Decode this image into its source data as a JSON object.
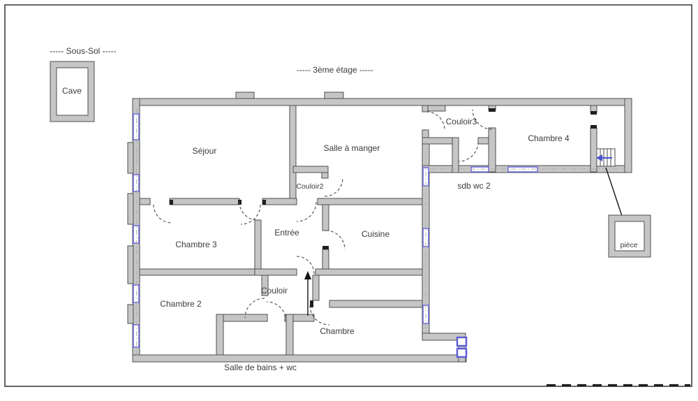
{
  "floorplan": {
    "section_labels": {
      "basement": "-----  Sous-Sol  -----",
      "floor": "-----  3ème étage  -----"
    },
    "rooms": {
      "cave": "Cave",
      "sejour": "Séjour",
      "salle_a_manger": "Salle à manger",
      "couloir2": "Couloir2",
      "couloir3": "Couloir3",
      "chambre_4": "Chambre 4",
      "sdb_wc_2": "sdb wc 2",
      "chambre_3": "Chambre 3",
      "entree": "Entrée",
      "cuisine": "Cuisine",
      "chambre_2": "Chambre 2",
      "couloir": "Couloir",
      "chambre": "Chambre",
      "salle_de_bains_wc": "Salle de bains + wc",
      "piece": "pièce"
    },
    "colors": {
      "wall_fill": "#c6c6c6",
      "wall_stroke": "#4e4e4e",
      "window_blue": "#7070dc",
      "window_square_blue": "#5b5bd6",
      "label_text": "#3b3b3b",
      "arrow_black": "#141414",
      "stairs_arrow_blue": "#4a55cc",
      "border": "#3f3f3f"
    }
  }
}
